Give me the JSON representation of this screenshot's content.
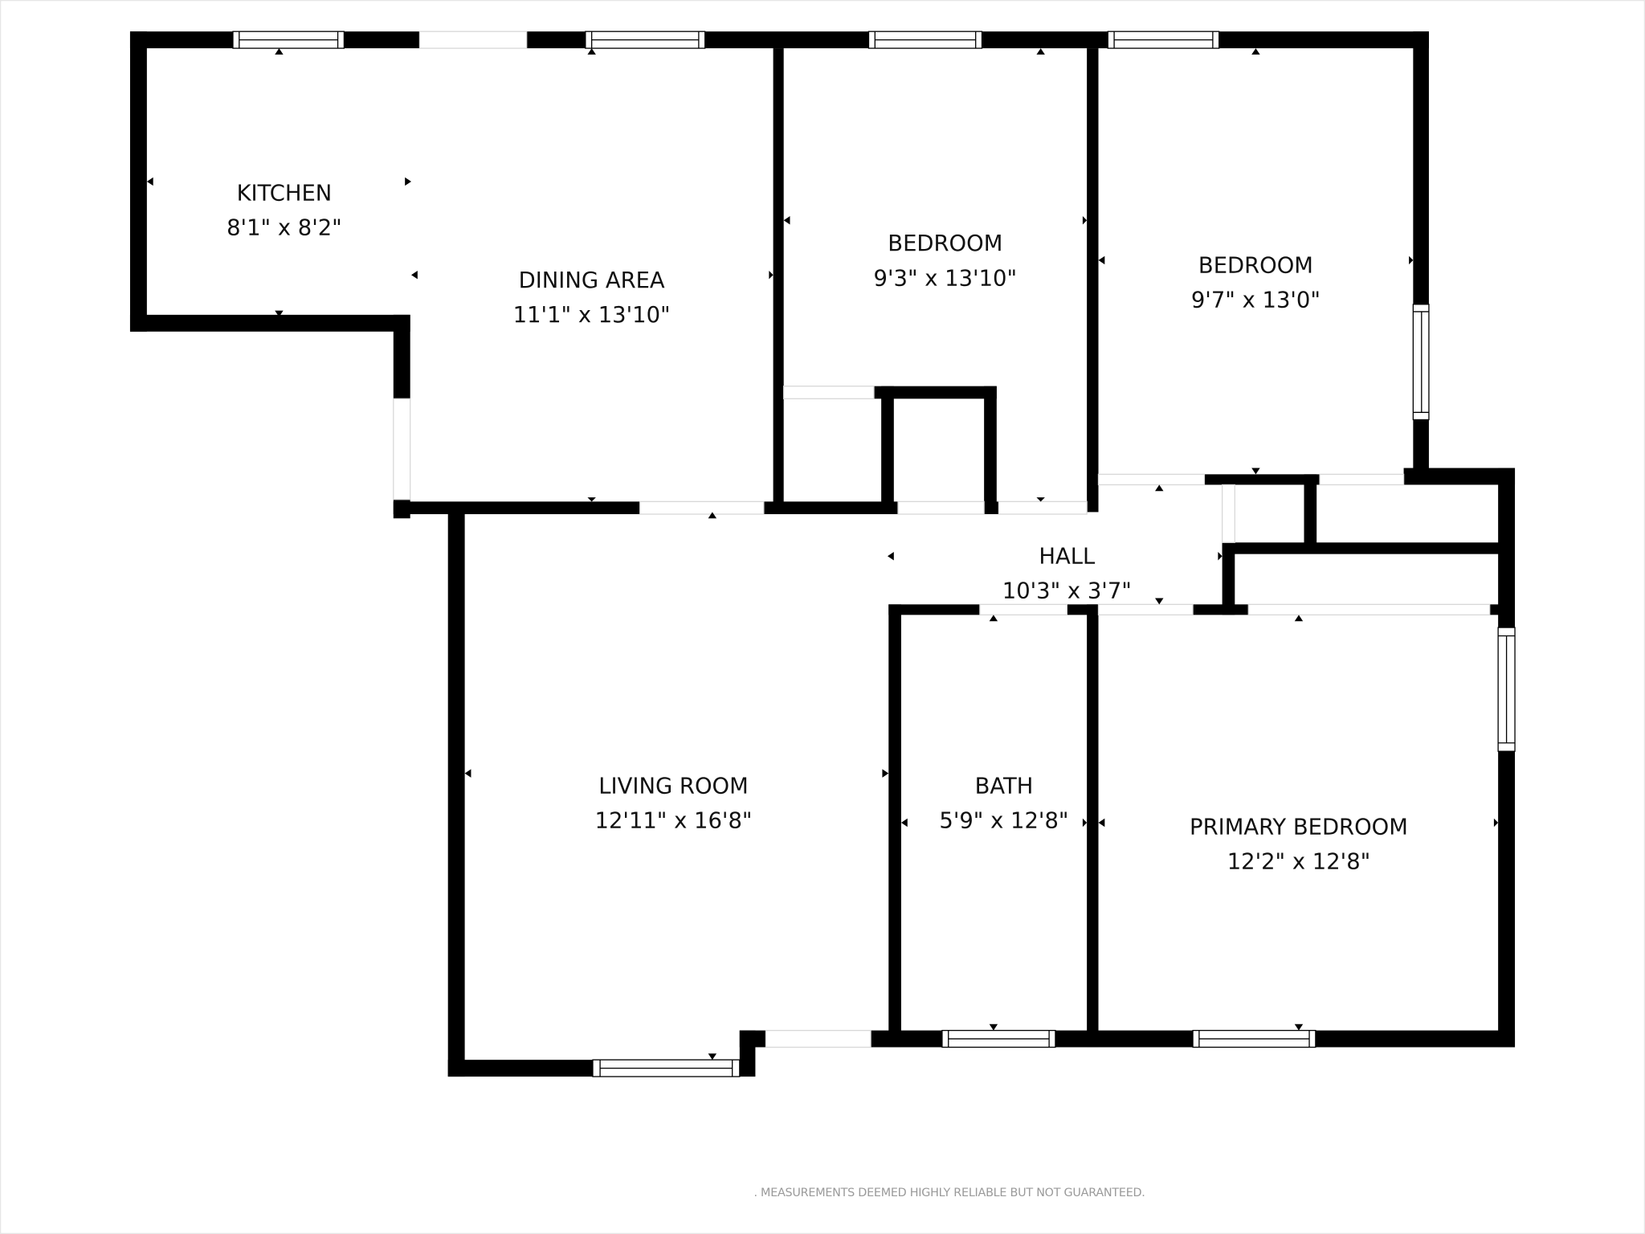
{
  "floor_plan": {
    "rooms": [
      {
        "id": "kitchen",
        "name": "KITCHEN",
        "dimensions": "8'1\" x 8'2\""
      },
      {
        "id": "dining-area",
        "name": "DINING AREA",
        "dimensions": "11'1\" x 13'10\""
      },
      {
        "id": "bedroom-1",
        "name": "BEDROOM",
        "dimensions": "9'3\" x 13'10\""
      },
      {
        "id": "bedroom-2",
        "name": "BEDROOM",
        "dimensions": "9'7\" x 13'0\""
      },
      {
        "id": "hall",
        "name": "HALL",
        "dimensions": "10'3\" x 3'7\""
      },
      {
        "id": "living-room",
        "name": "LIVING ROOM",
        "dimensions": "12'11\" x 16'8\""
      },
      {
        "id": "bath",
        "name": "BATH",
        "dimensions": "5'9\" x 12'8\""
      },
      {
        "id": "primary-bedroom",
        "name": "PRIMARY BEDROOM",
        "dimensions": "12'2\" x 12'8\""
      }
    ],
    "disclaimer": ". MEASUREMENTS DEEMED HIGHLY RELIABLE BUT NOT GUARANTEED.",
    "colors": {
      "wall": "#000000",
      "background": "#ffffff",
      "disclaimer": "#9a9a9a"
    }
  }
}
